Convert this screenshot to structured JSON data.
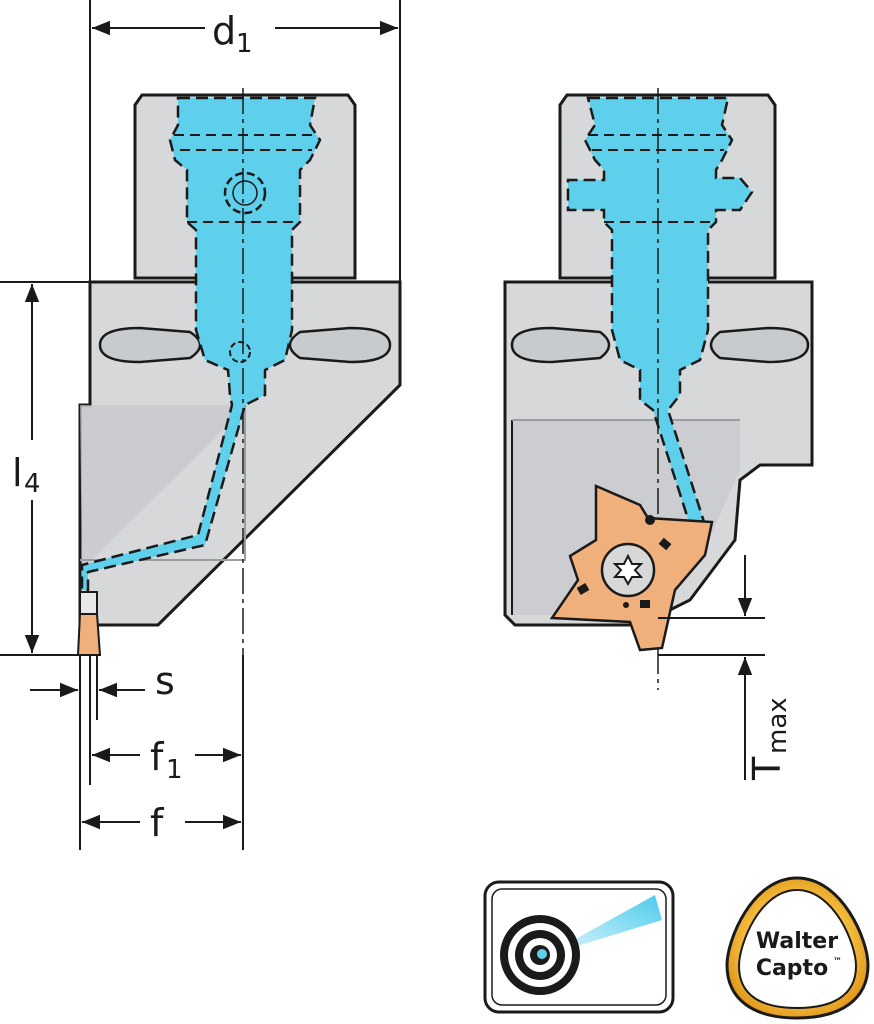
{
  "dimensions": {
    "d1": {
      "main": "d",
      "sub": "1"
    },
    "l4": {
      "main": "l",
      "sub": "4"
    },
    "s": {
      "main": "s"
    },
    "f1": {
      "main": "f",
      "sub": "1"
    },
    "f": {
      "main": "f"
    },
    "tmax": {
      "main": "T",
      "sub": "max"
    }
  },
  "logos": {
    "walter_capto": {
      "line1": "Walter",
      "line2": "Capto",
      "mark": "™"
    }
  },
  "icons": {
    "coolant": "coolant-target-icon",
    "brand": "walter-capto-logo"
  },
  "colors": {
    "body": "#d6d8da",
    "body_dark": "#b9bcbf",
    "coolant": "#5fd0ec",
    "insert": "#f0b07c",
    "outline": "#1a1a1a",
    "logo_ring": "#f0a818"
  }
}
